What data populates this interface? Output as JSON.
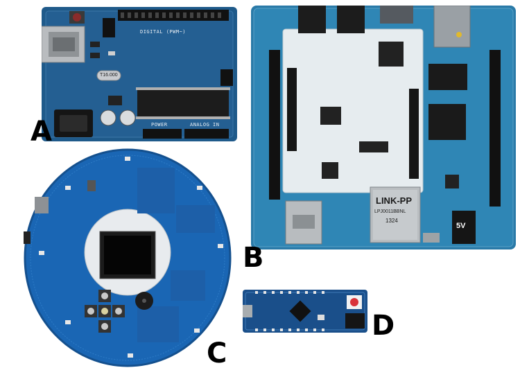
{
  "labels": {
    "a": "A",
    "b": "B",
    "c": "C",
    "d": "D"
  },
  "board_a": {
    "silk_digital": "DIGITAL (PWM~)",
    "silk_power": "POWER",
    "silk_analog": "ANALOG IN",
    "crystal": "T16.000"
  },
  "board_b": {
    "jack_text": "LINK-PP",
    "jack_part": "LPJ0011BBNL",
    "jack_code": "1324",
    "power_label": "5V"
  },
  "colors": {
    "pcb_blue": "#1f5a8a",
    "pcb_blue_b": "#2a7aa8",
    "pcb_blue_c": "#1a66b4",
    "cape_white": "#e6ecef",
    "label": "#000000"
  },
  "icons": [
    "usb-b-connector",
    "dc-jack",
    "ethernet-jack",
    "lcd-screen",
    "micro-usb",
    "reset-button",
    "buzzer"
  ]
}
